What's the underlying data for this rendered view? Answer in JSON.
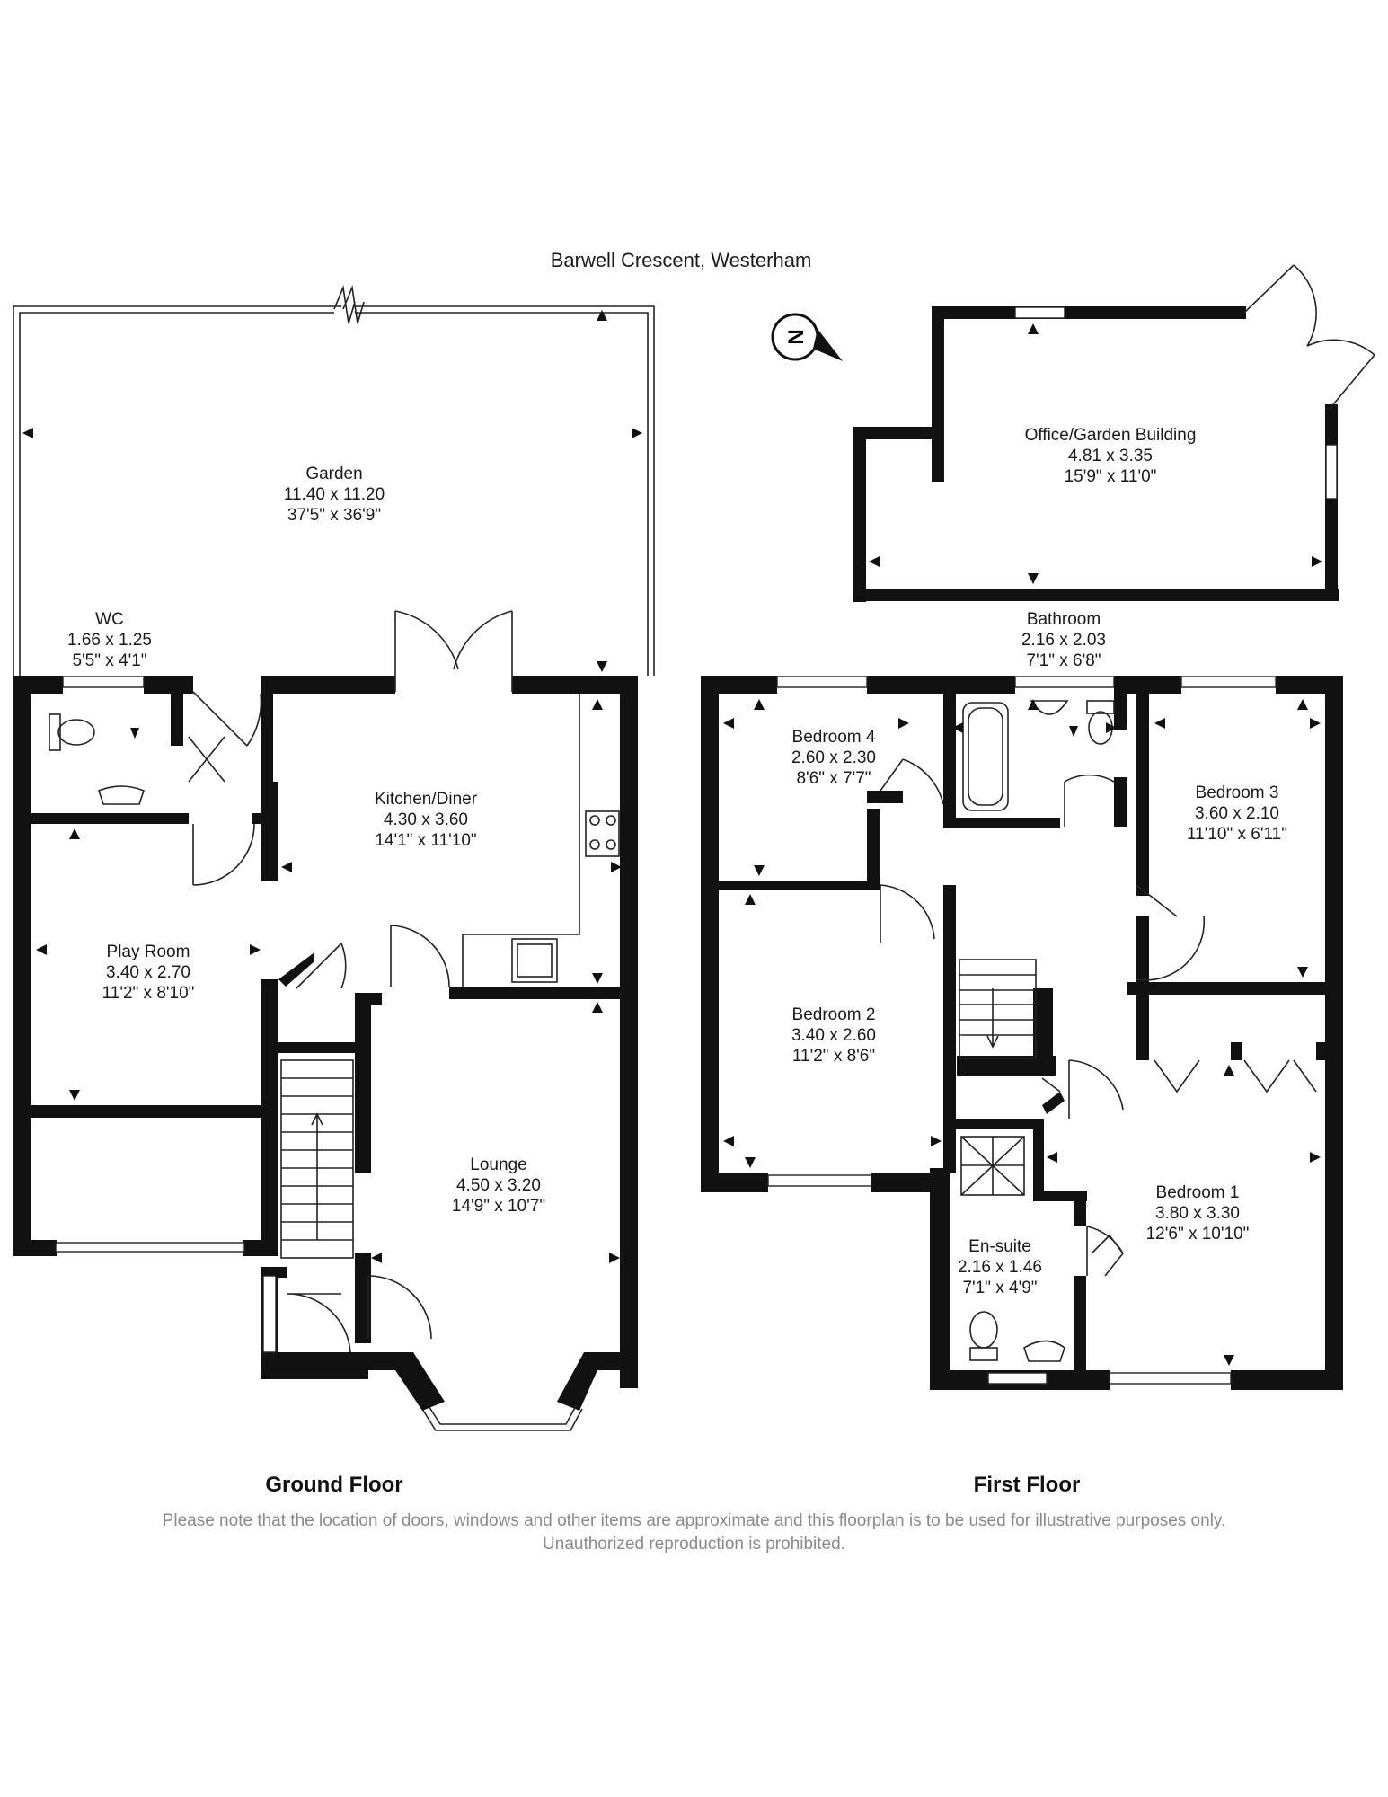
{
  "title": "Barwell Crescent, Westerham",
  "compass_letter": "N",
  "rooms": {
    "garden": {
      "name": "Garden",
      "metric": "11.40 x 11.20",
      "imperial": "37'5\" x 36'9\""
    },
    "wc": {
      "name": "WC",
      "metric": "1.66 x 1.25",
      "imperial": "5'5\" x 4'1\""
    },
    "kitchen": {
      "name": "Kitchen/Diner",
      "metric": "4.30 x 3.60",
      "imperial": "14'1\" x 11'10\""
    },
    "playroom": {
      "name": "Play Room",
      "metric": "3.40 x 2.70",
      "imperial": "11'2\" x 8'10\""
    },
    "lounge": {
      "name": "Lounge",
      "metric": "4.50 x 3.20",
      "imperial": "14'9\" x 10'7\""
    },
    "office": {
      "name": "Office/Garden Building",
      "metric": "4.81 x 3.35",
      "imperial": "15'9\" x 11'0\""
    },
    "bathroom": {
      "name": "Bathroom",
      "metric": "2.16 x 2.03",
      "imperial": "7'1\" x 6'8\""
    },
    "bedroom4": {
      "name": "Bedroom 4",
      "metric": "2.60 x 2.30",
      "imperial": "8'6\" x 7'7\""
    },
    "bedroom3": {
      "name": "Bedroom 3",
      "metric": "3.60 x 2.10",
      "imperial": "11'10\" x 6'11\""
    },
    "bedroom2": {
      "name": "Bedroom 2",
      "metric": "3.40 x 2.60",
      "imperial": "11'2\" x 8'6\""
    },
    "bedroom1": {
      "name": "Bedroom 1",
      "metric": "3.80 x 3.30",
      "imperial": "12'6\" x 10'10\""
    },
    "ensuite": {
      "name": "En-suite",
      "metric": "2.16 x 1.46",
      "imperial": "7'1\" x 4'9\""
    }
  },
  "floors": {
    "ground": "Ground Floor",
    "first": "First Floor"
  },
  "disclaimer": "Please note that the location of doors, windows and other items are approximate and this floorplan is to be used for illustrative purposes only. Unauthorized reproduction is prohibited."
}
